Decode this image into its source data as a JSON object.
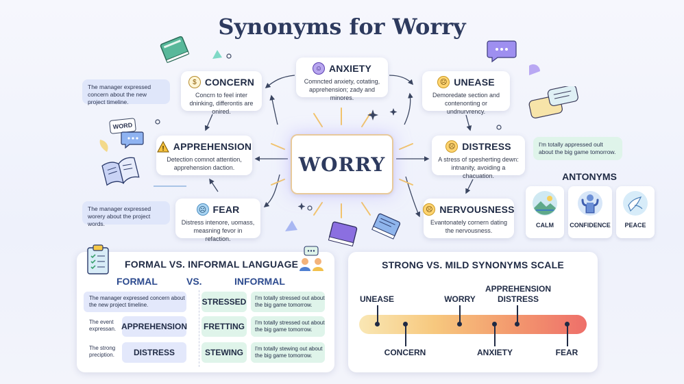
{
  "title": "Synonyms for Worry",
  "center_word": "WORRY",
  "synonyms": [
    {
      "key": "concern",
      "title": "CONCERN",
      "icon": "money-bag-icon",
      "desc": "Concrn to feel inter dninking, differontis are onired."
    },
    {
      "key": "anxiety",
      "title": "ANXIETY",
      "icon": "person-anxious-icon",
      "desc": "Comncted anxiety, cotating, apprehension; zady and minores."
    },
    {
      "key": "unease",
      "title": "UNEASE",
      "icon": "worried-face-icon",
      "desc": "Demoredate section and contenonting or undnurvrency."
    },
    {
      "key": "apprehension",
      "title": "APPREHENSION",
      "icon": "warning-icon",
      "desc": "Detection comnot attention, apprehension daction."
    },
    {
      "key": "distress",
      "title": "DISTRESS",
      "icon": "distressed-face-icon",
      "desc": "A stress of spesherting dewn: intnanity, avoiding a chacuation."
    },
    {
      "key": "fear",
      "title": "FEAR",
      "icon": "fearful-face-icon",
      "desc": "Distress intenore, uomass, measning fevor in refaction."
    },
    {
      "key": "nervousness",
      "title": "NERVOUSNESS",
      "icon": "nervous-face-icon",
      "desc": "Evantonately cornern dating the nervousness."
    }
  ],
  "example_bubbles": {
    "top_left": "The manager expressed concern about the new project timeline.",
    "bottom_left": "The manager expressed worery about the project words.",
    "right": "I'm totally appressed oult about the big game tomorrow."
  },
  "decor_labels": {
    "word_tag": "WORD"
  },
  "antonyms": {
    "title": "ANTONYMS",
    "items": [
      {
        "label": "CALM",
        "icon": "landscape-icon"
      },
      {
        "label": "CONFIDENCE",
        "icon": "strong-person-icon"
      },
      {
        "label": "PEACE",
        "icon": "dove-icon"
      }
    ]
  },
  "formal_panel": {
    "title": "FORMAL VS. INFORMAL LANGUAGE",
    "formal_header": "FORMAL",
    "vs": "VS.",
    "informal_header": "INFORMAL",
    "rows": [
      {
        "formal_example": "The manager expressed concern about the new project timeline.",
        "formal_word": "",
        "informal_word": "STRESSED",
        "informal_example": "I'm totally stressed out about the big game tomorrow."
      },
      {
        "formal_example": "The event expressan.",
        "formal_word": "APPREHENSION",
        "informal_word": "FRETTING",
        "informal_example": "I'm totally stressed out about the big game tomorrow."
      },
      {
        "formal_example": "The strong preciption.",
        "formal_word": "DISTRESS",
        "informal_word": "STEWING",
        "informal_example": "I'm totally stewing out about the big game tomorrow."
      }
    ]
  },
  "scale_panel": {
    "title": "STRONG VS. MILD SYNONYMS SCALE",
    "above_labels": [
      "UNEASE",
      "WORRY",
      "APPREHENSION",
      "DISTRESS"
    ],
    "below_labels": [
      "CONCERN",
      "ANXIETY",
      "FEAR"
    ],
    "gradient": [
      "#f9e7b4",
      "#f7c87e",
      "#f39a6e",
      "#ee6f6a"
    ]
  },
  "colors": {
    "title": "#2d3a5e",
    "formal_header": "#2c4a8e",
    "bubble_blue": "#dfe6fa",
    "bubble_green": "#dff4ea"
  }
}
